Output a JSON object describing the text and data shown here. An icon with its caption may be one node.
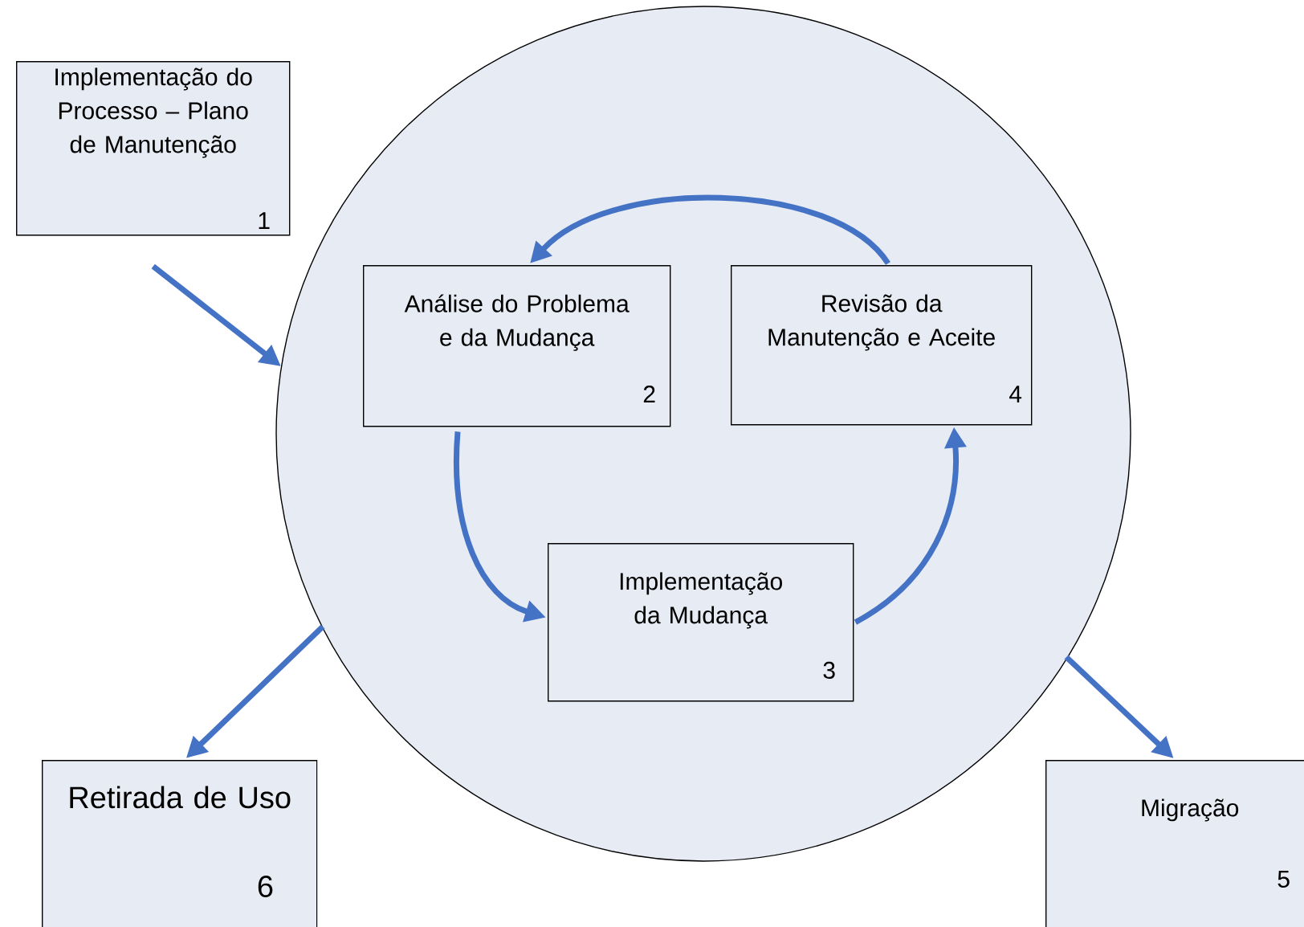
{
  "diagram": {
    "nodes": [
      {
        "text": [
          "Implementação do Processo – Plano de Manutenção",
          "1"
        ]
      },
      {
        "text": [],
        "shape": "circle"
      },
      {
        "text": [
          "Análise do Problema e da Mudança",
          "2"
        ],
        "in": 1
      },
      {
        "text": [
          "Revisão da Manutenção e Aceite",
          "4"
        ],
        "in": 1
      },
      {
        "text": [
          "Implementação da Mudança",
          "3"
        ],
        "in": 1
      },
      {
        "text": [
          "Retirada de Uso",
          "6"
        ]
      },
      {
        "text": [
          "Migração",
          "5"
        ]
      }
    ],
    "edges": [
      {
        "from": 0,
        "to": 1,
        "arrow": "to"
      },
      {
        "from": 3,
        "to": 2,
        "arrow": "to"
      },
      {
        "from": 2,
        "to": 4,
        "arrow": "to"
      },
      {
        "from": 4,
        "to": 3,
        "arrow": "to"
      },
      {
        "from": 1,
        "to": 5,
        "arrow": "to"
      },
      {
        "from": 1,
        "to": 6,
        "arrow": "to"
      }
    ]
  }
}
